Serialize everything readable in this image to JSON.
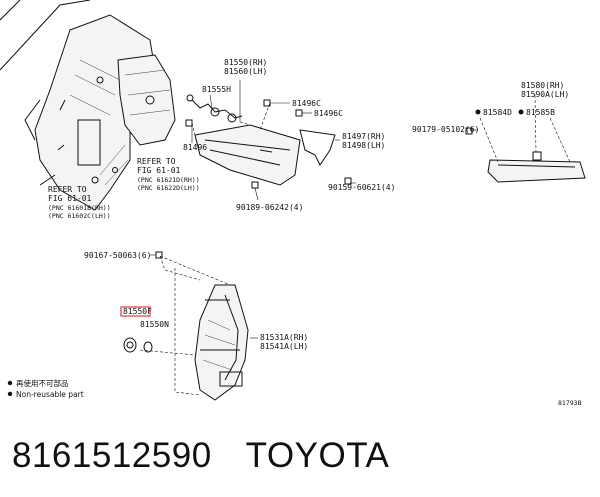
{
  "labels": {
    "refer_left_1": "REFER TO",
    "refer_left_2": "FIG 61-01",
    "refer_left_3": "(PNC 61601B(RH))",
    "refer_left_4": "(PNC 61602C(LH))",
    "refer_mid_1": "REFER TO",
    "refer_mid_2": "FIG 61-01",
    "refer_mid_3": "(PNC 61621D(RH))",
    "refer_mid_4": "(PNC 61622D(LH))",
    "p81550": "81550(RH)",
    "p81560": "81560(LH)",
    "p81555H": "81555H",
    "p81496C_a": "81496C",
    "p81496C_b": "81496C",
    "p81496": "81496",
    "p81497": "81497(RH)",
    "p81498": "81498(LH)",
    "p90159": "90159-60621(4)",
    "p90189": "90189-06242(4)",
    "p81580": "81580(RH)",
    "p81590": "81590A(LH)",
    "p81584D": "81584D",
    "p81585B": "81585B",
    "p90179": "90179-05102(6)",
    "p90167": "90167-50063(6)",
    "p81550F": "81550F",
    "p81550N": "81550N",
    "p81531A": "81531A(RH)",
    "p81541A": "81541A(LH)"
  },
  "legend": {
    "item1": "再使用不可部品",
    "item2": "Non-reusable part"
  },
  "figure_code": "81793B",
  "footer": {
    "part_number": "8161512590",
    "brand": "TOYOTA"
  },
  "colors": {
    "highlight": "#e23b3b",
    "line": "#111111"
  }
}
